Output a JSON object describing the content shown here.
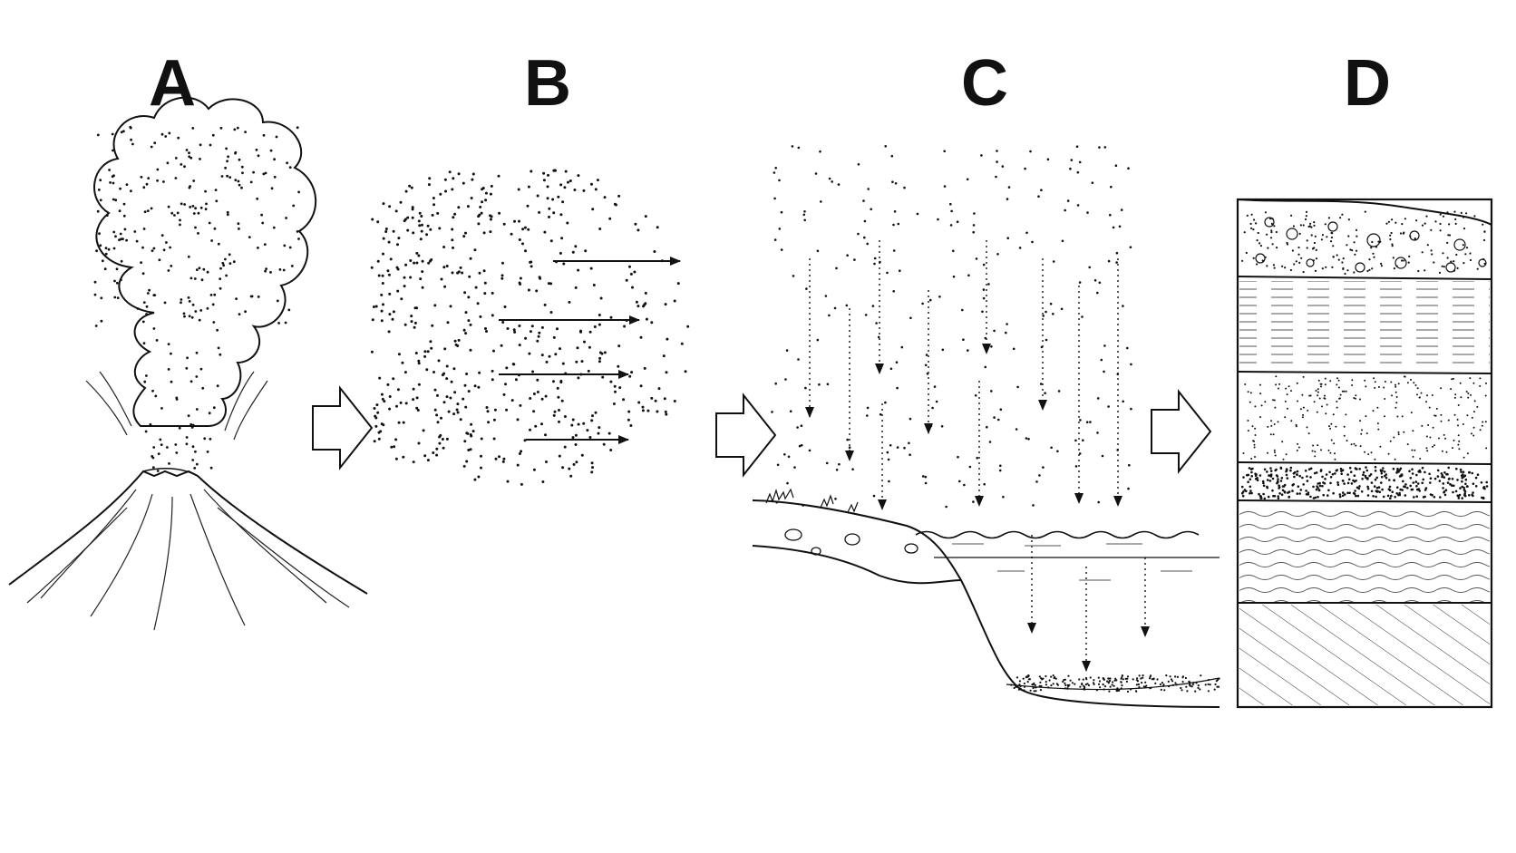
{
  "panels": [
    {
      "label": "A"
    },
    {
      "label": "B"
    },
    {
      "label": "C"
    },
    {
      "label": "D"
    }
  ],
  "icons": {
    "stage_arrows": "outline-right-arrow",
    "wind_arrows": "right-arrow",
    "fall_arrows": "dotted-down-arrow"
  },
  "colors": {
    "ink": "#111111",
    "background": "#ffffff"
  }
}
